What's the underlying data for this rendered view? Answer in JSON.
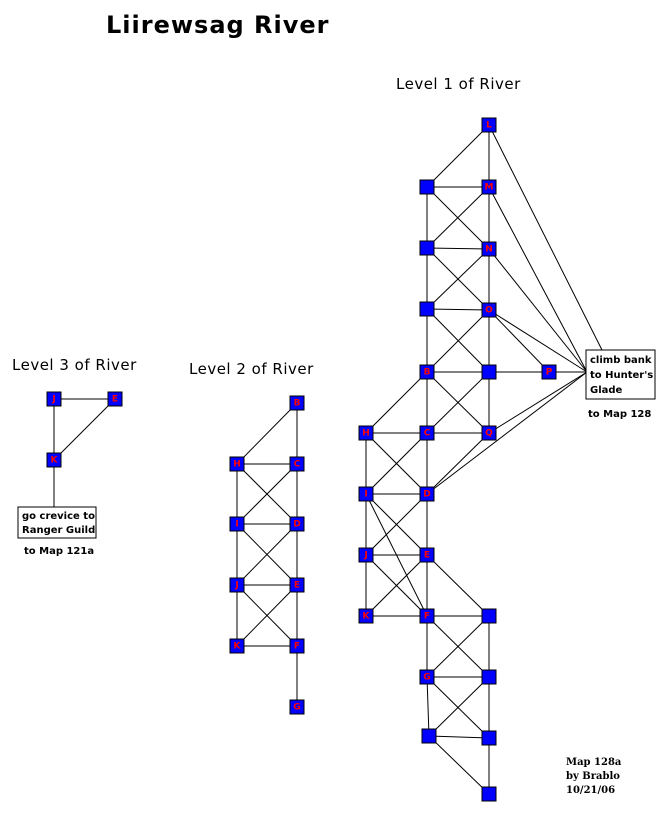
{
  "title": "Liirewsag River",
  "colors": {
    "node_fill": "#0000ff",
    "node_label": "#ff0000",
    "edge": "#000000"
  },
  "levels": [
    {
      "id": "level-1",
      "title": "Level 1 of River",
      "nodes": [
        {
          "id": "l1-L",
          "label": "L"
        },
        {
          "id": "l1-u1",
          "label": ""
        },
        {
          "id": "l1-M",
          "label": "M"
        },
        {
          "id": "l1-u2",
          "label": ""
        },
        {
          "id": "l1-N",
          "label": "N"
        },
        {
          "id": "l1-u3",
          "label": ""
        },
        {
          "id": "l1-O",
          "label": "O"
        },
        {
          "id": "l1-B",
          "label": "B"
        },
        {
          "id": "l1-u4",
          "label": ""
        },
        {
          "id": "l1-P",
          "label": "P"
        },
        {
          "id": "l1-H",
          "label": "H"
        },
        {
          "id": "l1-C",
          "label": "C"
        },
        {
          "id": "l1-Q",
          "label": "Q"
        },
        {
          "id": "l1-I",
          "label": "I"
        },
        {
          "id": "l1-D",
          "label": "D"
        },
        {
          "id": "l1-J",
          "label": "J"
        },
        {
          "id": "l1-E",
          "label": "E"
        },
        {
          "id": "l1-K",
          "label": "K"
        },
        {
          "id": "l1-F",
          "label": "F"
        },
        {
          "id": "l1-u5",
          "label": ""
        },
        {
          "id": "l1-G",
          "label": "G"
        },
        {
          "id": "l1-u6",
          "label": ""
        },
        {
          "id": "l1-u7",
          "label": ""
        },
        {
          "id": "l1-u8",
          "label": ""
        },
        {
          "id": "l1-u9",
          "label": ""
        }
      ]
    },
    {
      "id": "level-2",
      "title": "Level 2 of River",
      "nodes": [
        {
          "id": "l2-B",
          "label": "B"
        },
        {
          "id": "l2-H",
          "label": "H"
        },
        {
          "id": "l2-C",
          "label": "C"
        },
        {
          "id": "l2-I",
          "label": "I"
        },
        {
          "id": "l2-D",
          "label": "D"
        },
        {
          "id": "l2-J",
          "label": "J"
        },
        {
          "id": "l2-E",
          "label": "E"
        },
        {
          "id": "l2-K",
          "label": "K"
        },
        {
          "id": "l2-F",
          "label": "F"
        },
        {
          "id": "l2-G",
          "label": "G"
        }
      ]
    },
    {
      "id": "level-3",
      "title": "Level 3 of River",
      "nodes": [
        {
          "id": "l3-J",
          "label": "J"
        },
        {
          "id": "l3-E",
          "label": "E"
        },
        {
          "id": "l3-K",
          "label": "K"
        }
      ]
    }
  ],
  "exits": [
    {
      "id": "hunters-glade",
      "lines": [
        "climb bank",
        "to Hunter's",
        "Glade"
      ],
      "note": "to Map 128"
    },
    {
      "id": "ranger-guild",
      "lines": [
        "go crevice to",
        "Ranger Guild"
      ],
      "note": "to Map 121a"
    }
  ],
  "credits": [
    "Map 128a",
    "by Brablo",
    "10/21/06"
  ]
}
